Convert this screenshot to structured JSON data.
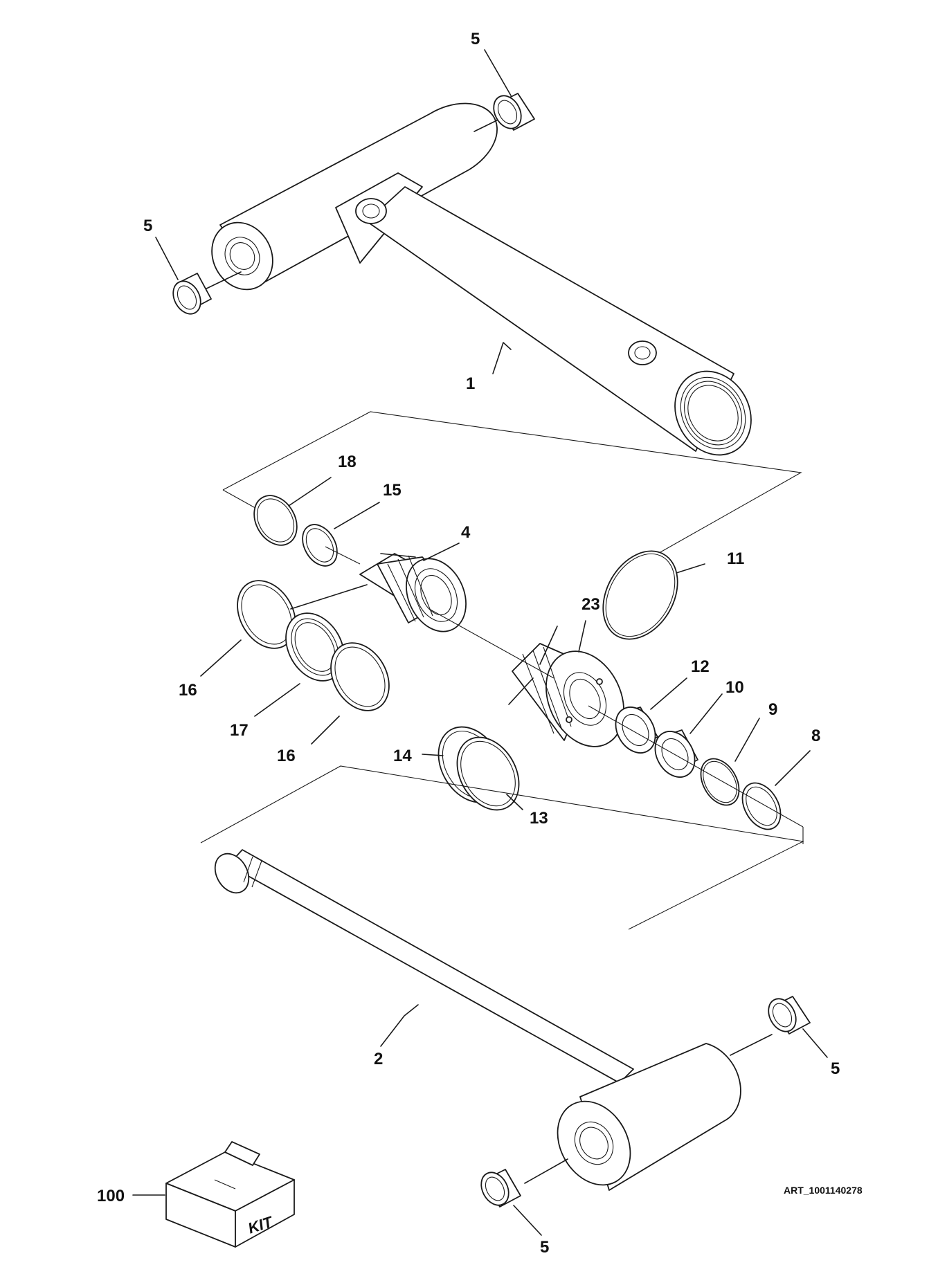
{
  "callouts": {
    "c5_top": "5",
    "c5_left": "5",
    "c1": "1",
    "c18": "18",
    "c15": "15",
    "c4": "4",
    "c11": "11",
    "c23": "23",
    "c12": "12",
    "c10": "10",
    "c9": "9",
    "c8": "8",
    "c16_a": "16",
    "c17": "17",
    "c16_b": "16",
    "c14": "14",
    "c13": "13",
    "c2": "2",
    "c5_right": "5",
    "c5_bottom": "5",
    "c100": "100"
  },
  "kit_box_label": "KIT",
  "art_number": "ART_1001140278"
}
